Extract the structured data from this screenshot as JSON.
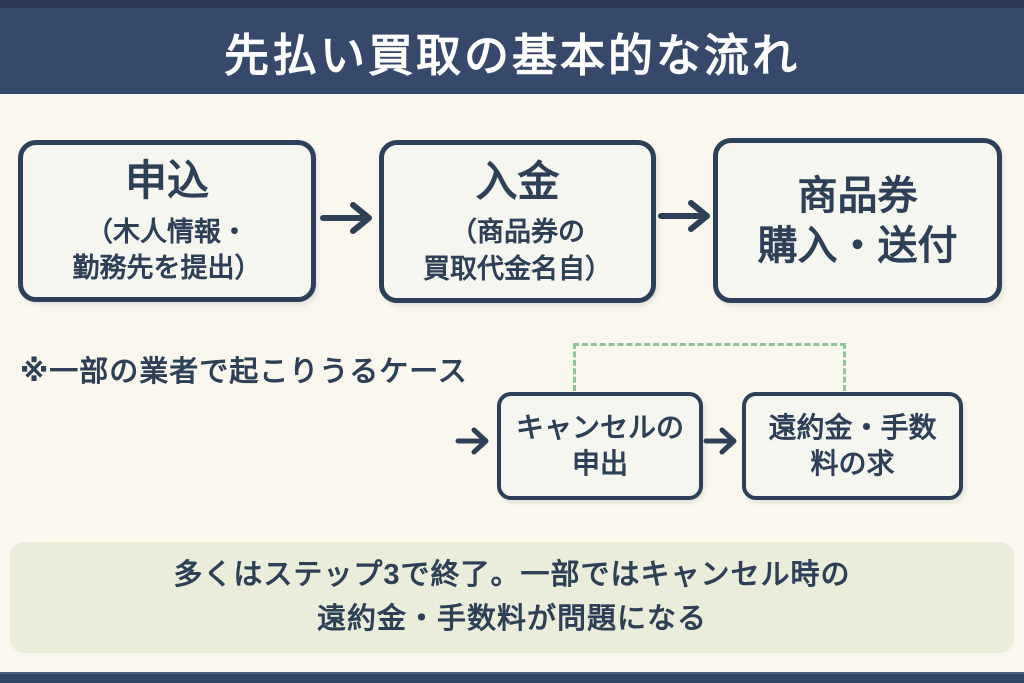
{
  "header": {
    "title": "先払い買取の基本的な流れ"
  },
  "main_flow": {
    "steps": [
      {
        "title": "申込",
        "subtitle": "（木人情報・\n勤務先を提出）"
      },
      {
        "title": "入金",
        "subtitle": "（商品券の\n買取代金名自）"
      },
      {
        "title": "商品券\n購入・送付"
      }
    ]
  },
  "note": {
    "text": "※一部の業者で起こりうるケース"
  },
  "exception_flow": {
    "steps": [
      {
        "title": "キャンセルの\n申出"
      },
      {
        "title": "遠約金・手数\n料の求"
      }
    ]
  },
  "summary": {
    "text": "多くはステップ3で終了。一部ではキャンセル時の\n遠約金・手数料が問題になる"
  },
  "icons": {
    "arrow_right": "→"
  },
  "colors": {
    "header_navy": "#36496b",
    "text_navy": "#2d4057",
    "background_cream": "#faf8ee",
    "box_fill": "#f4f6ef",
    "summary_green": "#e9edd9",
    "dashed_green": "#8ec498"
  }
}
